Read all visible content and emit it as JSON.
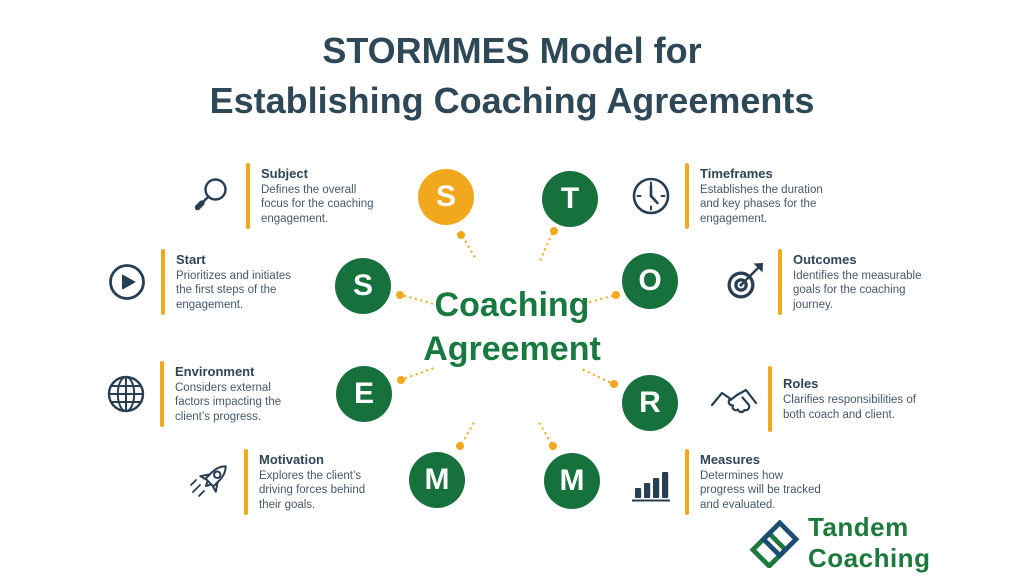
{
  "title": {
    "line1": "STORMMES Model for",
    "line2": "Establishing Coaching Agreements"
  },
  "center": {
    "line1": "Coaching",
    "line2": "Agreement"
  },
  "items": [
    {
      "letter": "S",
      "title": "Subject",
      "description": "Defines the overall focus for the coaching engagement.",
      "icon": "magnifier-icon"
    },
    {
      "letter": "S",
      "title": "Start",
      "description": "Prioritizes and initiates the first steps of the engagement.",
      "icon": "play-icon"
    },
    {
      "letter": "E",
      "title": "Environment",
      "description": "Considers external factors impacting the client’s progress.",
      "icon": "globe-icon"
    },
    {
      "letter": "M",
      "title": "Motivation",
      "description": "Explores the client’s driving forces behind their goals.",
      "icon": "rocket-icon"
    },
    {
      "letter": "T",
      "title": "Timeframes",
      "description": "Establishes the duration and key phases for the engagement.",
      "icon": "clock-icon"
    },
    {
      "letter": "O",
      "title": "Outcomes",
      "description": "Identifies the measurable goals for the coaching journey.",
      "icon": "target-icon"
    },
    {
      "letter": "R",
      "title": "Roles",
      "description": "Clarifies responsibilities of both coach and client.",
      "icon": "handshake-icon"
    },
    {
      "letter": "M",
      "title": "Measures",
      "description": "Determines how progress will be tracked and evaluated.",
      "icon": "bar-chart-icon"
    }
  ],
  "circles": [
    {
      "letter": "S",
      "color": "yellow"
    },
    {
      "letter": "T",
      "color": "green"
    },
    {
      "letter": "S",
      "color": "green"
    },
    {
      "letter": "O",
      "color": "green"
    },
    {
      "letter": "E",
      "color": "green"
    },
    {
      "letter": "R",
      "color": "green"
    },
    {
      "letter": "M",
      "color": "green"
    },
    {
      "letter": "M",
      "color": "green"
    }
  ],
  "logo": {
    "text": "Tandem Coaching"
  },
  "colors": {
    "title_navy": "#2F4858",
    "icon_navy": "#273E53",
    "green": "#17713C",
    "center_green": "#187A40",
    "accent_yellow": "#F2A81D",
    "logo_green": "#1E7A3C",
    "logo_navy": "#1C4E73"
  }
}
